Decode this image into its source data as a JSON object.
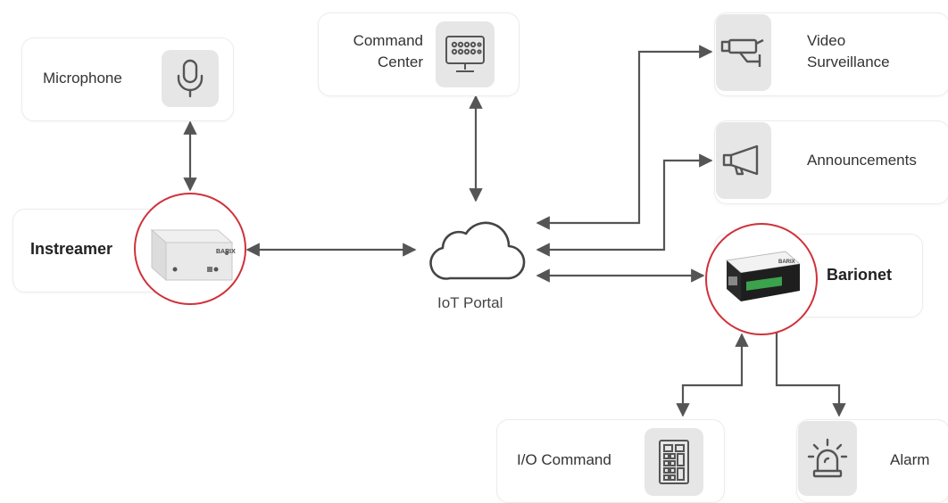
{
  "nodes": {
    "microphone": {
      "label": "Microphone",
      "icon": "microphone-icon"
    },
    "command_center": {
      "label_line1": "Command",
      "label_line2": "Center",
      "icon": "monitor-keypad-icon"
    },
    "video_surveillance": {
      "label_line1": "Video",
      "label_line2": "Surveillance",
      "icon": "security-camera-icon"
    },
    "announcements": {
      "label": "Announcements",
      "icon": "megaphone-icon"
    },
    "instreamer": {
      "label": "Instreamer",
      "device_brand": "BARIX",
      "icon": "instreamer-device"
    },
    "iot_portal": {
      "label": "IoT Portal",
      "icon": "cloud-icon"
    },
    "barionet": {
      "label": "Barionet",
      "device_brand": "BARIX",
      "icon": "barionet-device"
    },
    "io_command": {
      "label": "I/O Command",
      "icon": "keypad-panel-icon"
    },
    "alarm": {
      "label": "Alarm",
      "icon": "alarm-light-icon"
    }
  },
  "colors": {
    "connector": "#555555",
    "highlight_ring": "#d0313a",
    "icon_tile": "#e6e6e6",
    "card_border": "#ececec"
  }
}
